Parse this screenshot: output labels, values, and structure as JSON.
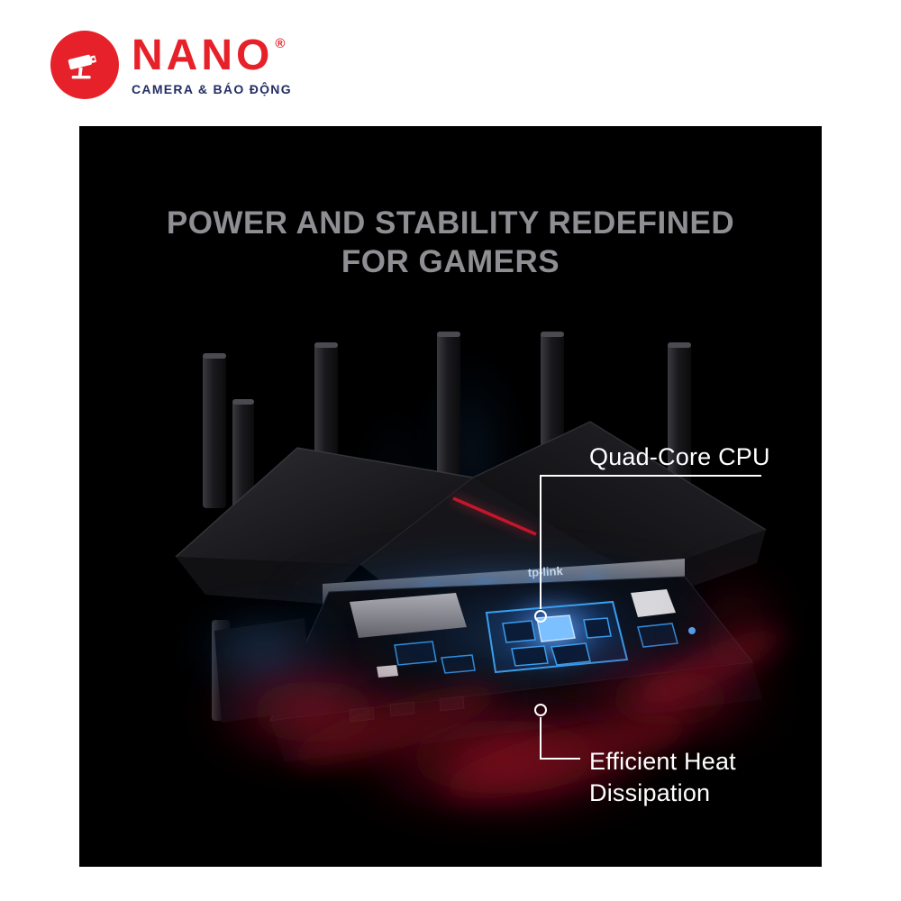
{
  "brand": {
    "name": "NANO",
    "registered_mark": "®",
    "tagline": "CAMERA & BÁO ĐỘNG",
    "logo_icon": "cctv-camera-icon",
    "colors": {
      "red": "#e62129",
      "navy": "#232d63"
    }
  },
  "hero": {
    "background_color": "#000000",
    "title": {
      "line1": "POWER AND STABILITY REDEFINED",
      "line2": "FOR GAMERS",
      "color": "#8e8e93"
    },
    "device": {
      "brand_label": "tp-link",
      "glow_blue": "#4f9dff",
      "cpu_blue": "#7cc0ff",
      "smoke_red": "#b01228",
      "accent_red_stripe": "#c41428"
    },
    "callouts": {
      "cpu": {
        "label": "Quad-Core CPU"
      },
      "heat": {
        "line1": "Efficient Heat",
        "line2": "Dissipation"
      }
    }
  }
}
